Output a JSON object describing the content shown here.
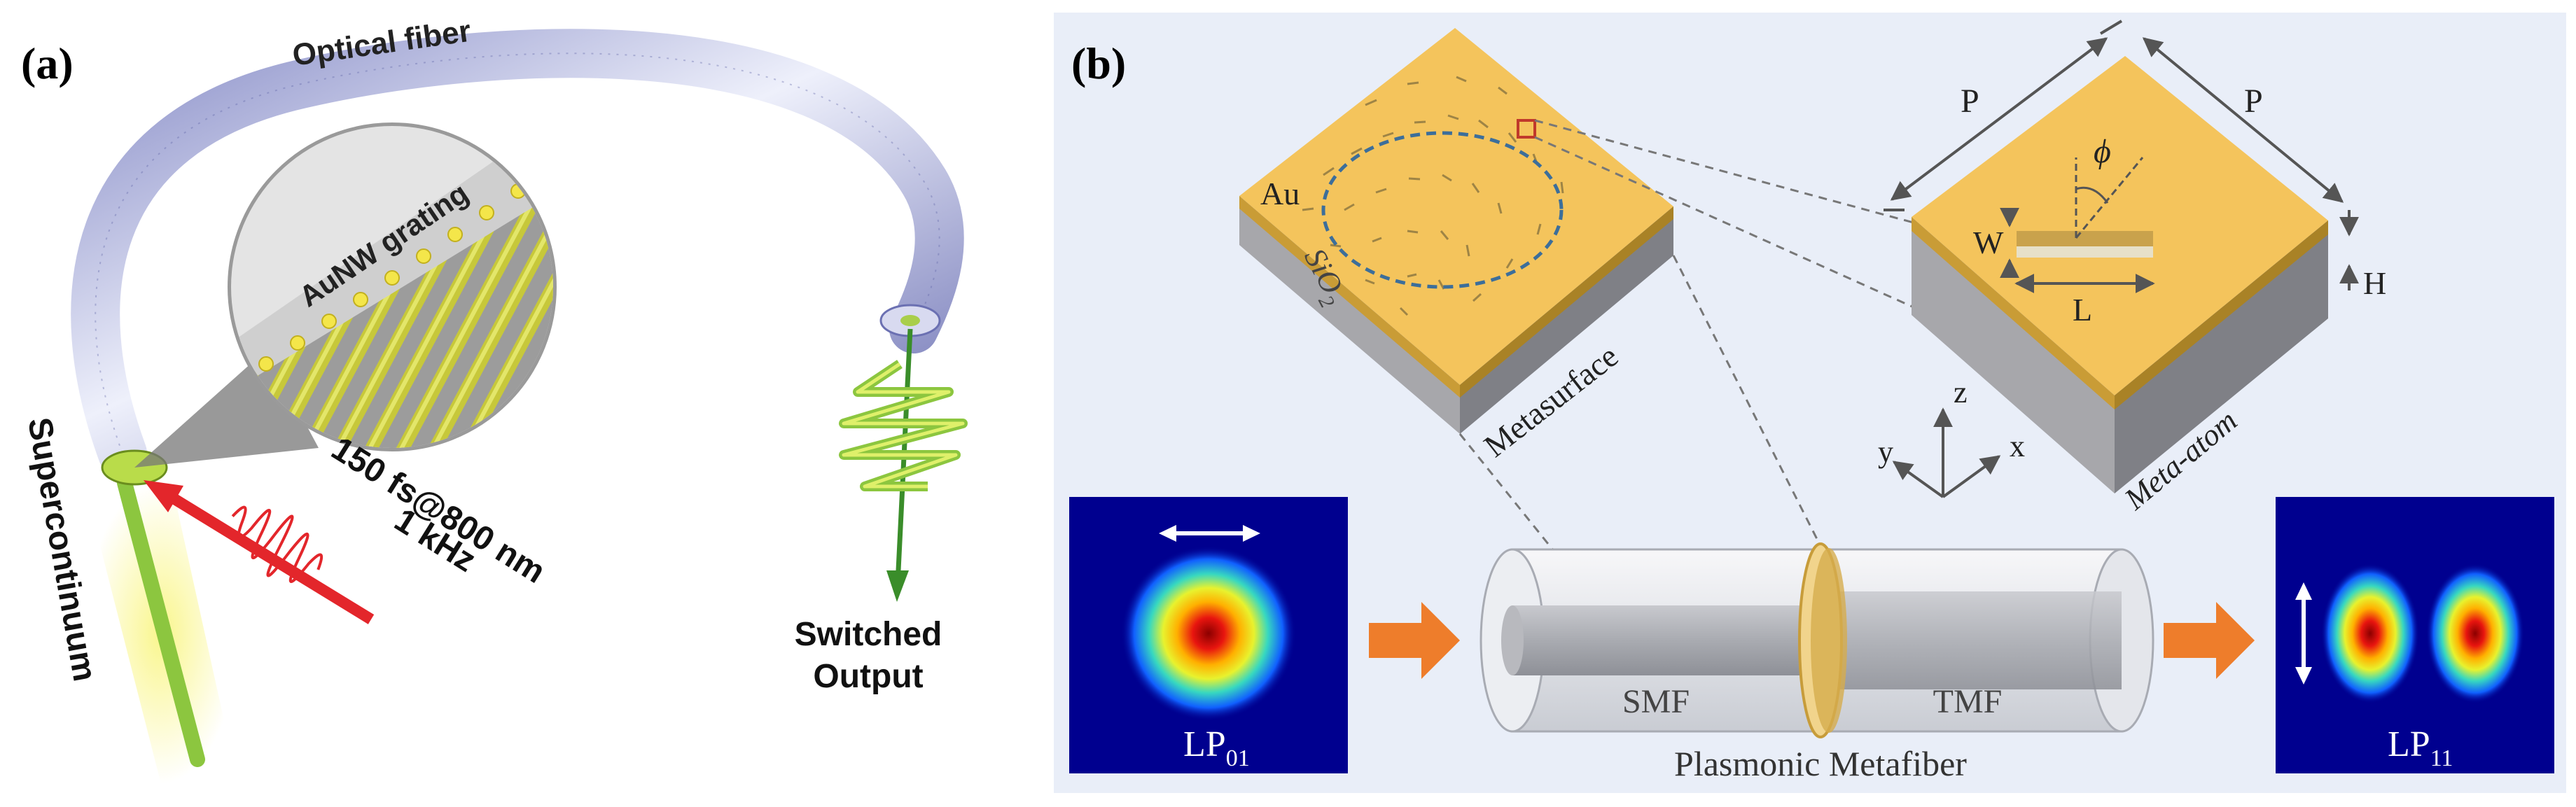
{
  "panel_a": {
    "tag": "(a)",
    "fiber_label": "Optical fiber",
    "grating_label": "AuNW grating",
    "input_label_line1": "150 fs@800 nm",
    "input_label_line2": "1 kHz",
    "supercontinuum_label": "Supercontinuum",
    "output_line1": "Switched",
    "output_line2": "Output"
  },
  "panel_b": {
    "tag": "(b)",
    "au_label": "Au",
    "sio2_main": "SiO",
    "sio2_sub": "2",
    "metasurface_label": "Metasurface",
    "meta_atom_label": "Meta-atom",
    "p_label_left": "P",
    "p_label_right": "P",
    "w_label": "W",
    "l_label": "L",
    "h_label": "H",
    "phi_label": "ϕ",
    "axis_z": "z",
    "axis_y": "y",
    "axis_x": "x",
    "smf_label": "SMF",
    "tmf_label": "TMF",
    "metafiber_label": "Plasmonic Metafiber",
    "mode_in_main": "LP",
    "mode_in_sub": "01",
    "mode_out_main": "LP",
    "mode_out_sub": "11"
  },
  "colors": {
    "fiber": "#c9cdeb",
    "gold": "#f4c45c",
    "laser_red": "#e3262b",
    "green": "#8cc63f",
    "arrow_orange": "#ee7d2b",
    "panel_b_bg": "#e9eef8"
  }
}
